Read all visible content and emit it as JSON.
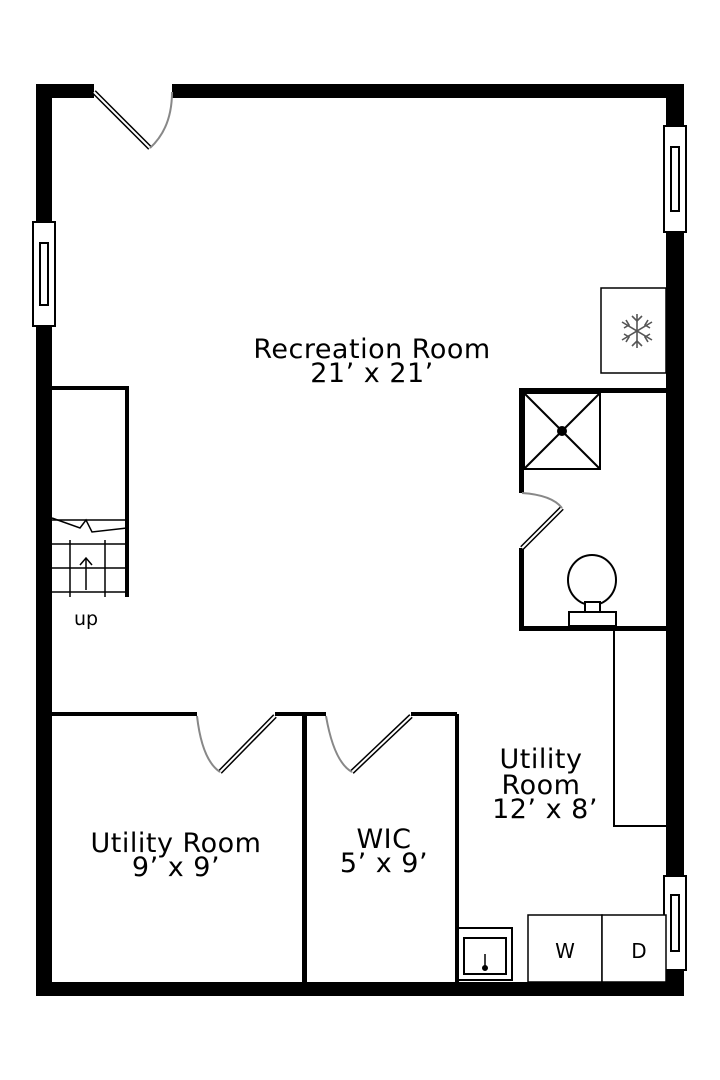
{
  "rooms": {
    "recreation": {
      "name": "Recreation Room",
      "dims": "21’ x 21’"
    },
    "utility_left": {
      "name": "Utility Room",
      "dims": "9’ x 9’"
    },
    "wic": {
      "name": "WIC",
      "dims": "5’ x 9’"
    },
    "utility_right": {
      "name_line1": "Utility",
      "name_line2": "Room",
      "dims": "12’ x 8’"
    }
  },
  "stairs": {
    "label": "up"
  },
  "appliances": {
    "washer": "W",
    "dryer": "D"
  },
  "icons": {
    "hvac": "snowflake-icon",
    "shower": "shower-icon",
    "toilet": "toilet-icon",
    "sink": "utility-sink-icon"
  }
}
